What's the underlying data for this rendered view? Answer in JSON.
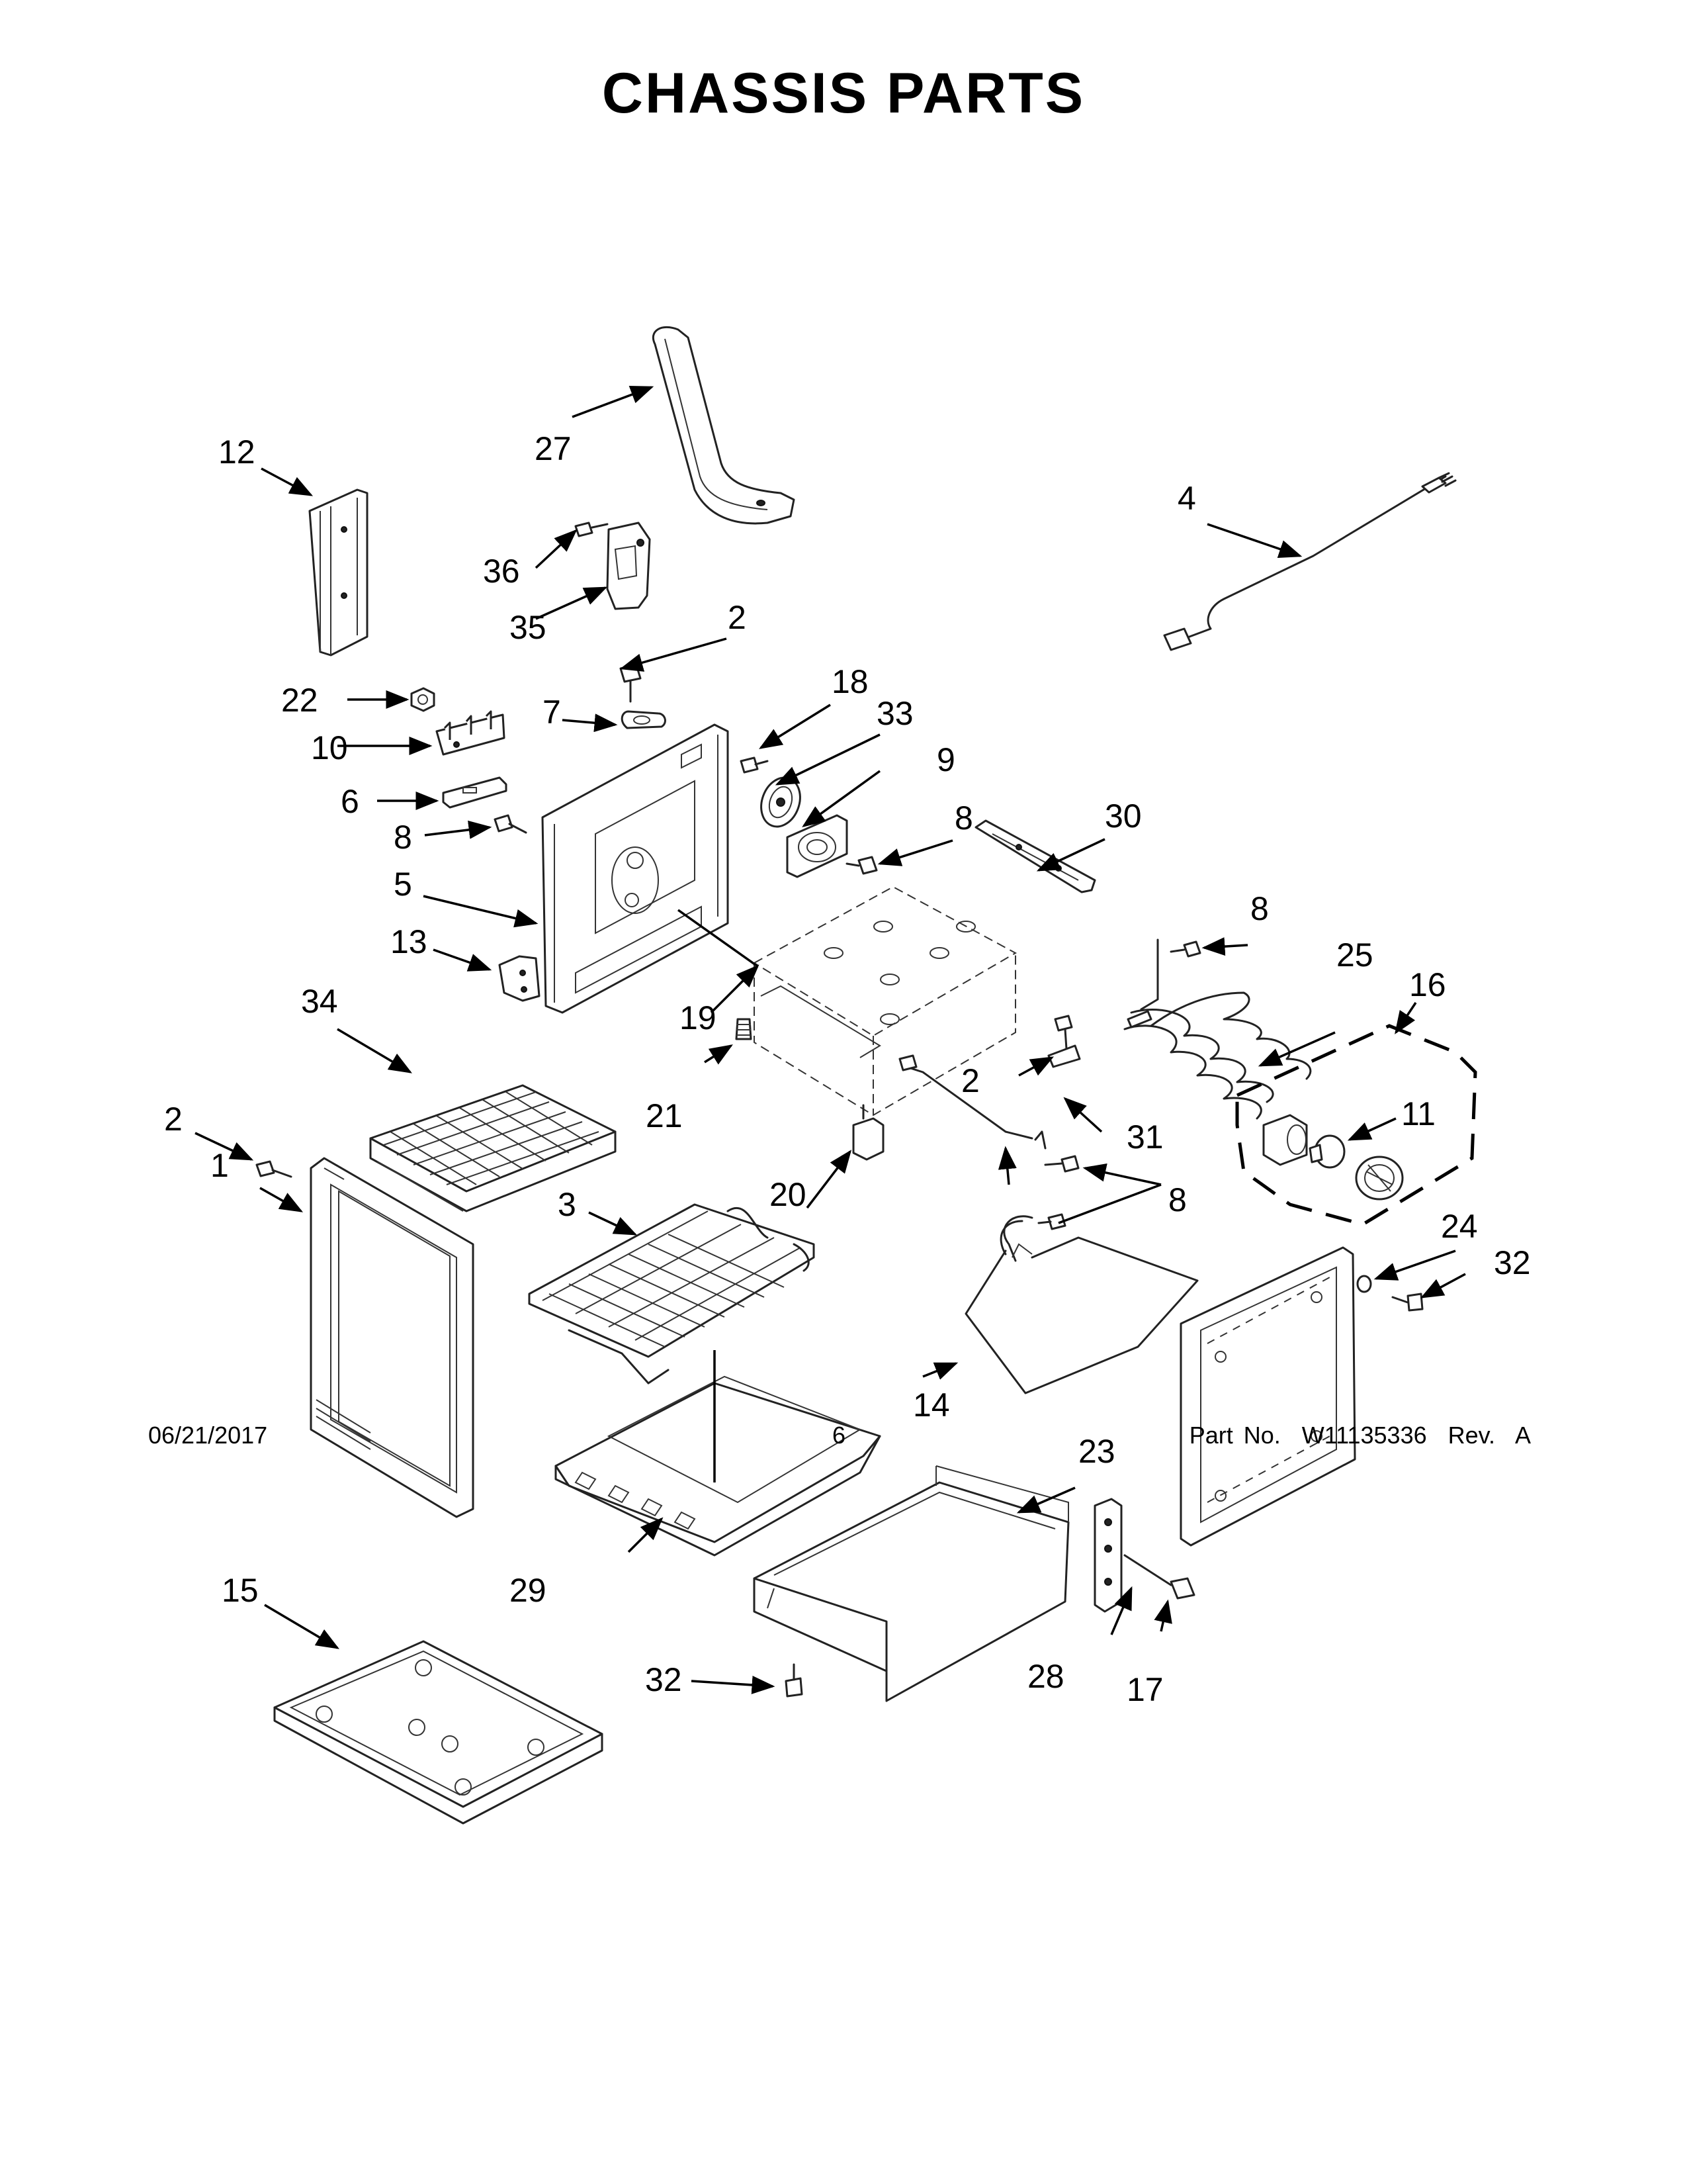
{
  "title": "CHASSIS PARTS",
  "callouts": {
    "c1": "1",
    "c2a": "2",
    "c2b": "2",
    "c2c": "2",
    "c3": "3",
    "c4": "4",
    "c5": "5",
    "c6": "6",
    "c7": "7",
    "c8a": "8",
    "c8b": "8",
    "c8c": "8",
    "c8d": "8",
    "c9": "9",
    "c10": "10",
    "c11": "11",
    "c12": "12",
    "c13": "13",
    "c14": "14",
    "c15": "15",
    "c16": "16",
    "c17": "17",
    "c18": "18",
    "c19": "19",
    "c20": "20",
    "c21": "21",
    "c22": "22",
    "c23": "23",
    "c24": "24",
    "c25": "25",
    "c27": "27",
    "c28": "28",
    "c29": "29",
    "c30": "30",
    "c31": "31",
    "c32a": "32",
    "c32b": "32",
    "c33": "33",
    "c34": "34",
    "c35": "35",
    "c36": "36"
  },
  "footer": {
    "date": "06/21/2017",
    "page": "6",
    "part_number": "Part No.  W11135336  Rev.  A"
  }
}
